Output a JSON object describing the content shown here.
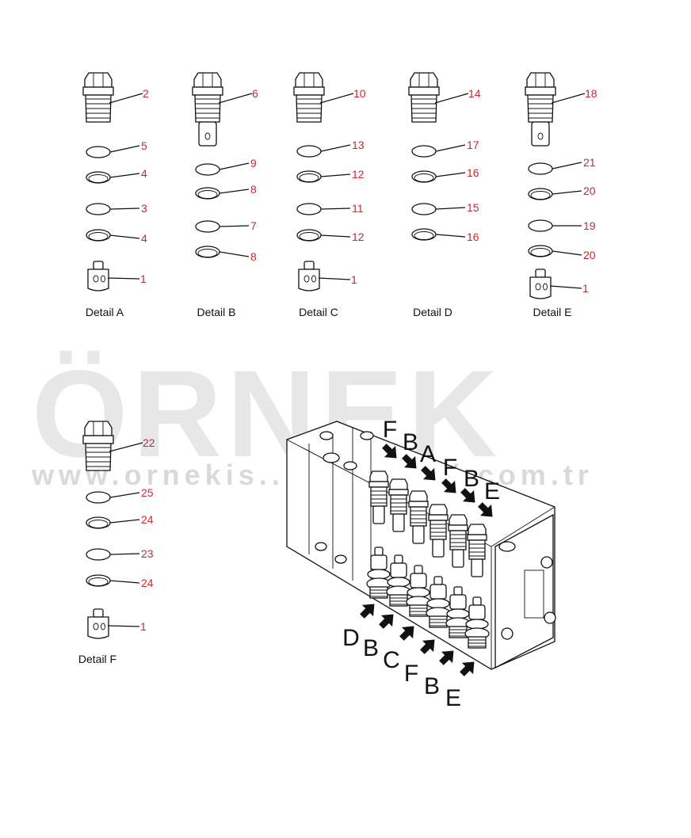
{
  "watermark": {
    "brand": "ÖRNEK",
    "url": "www.ornekis..............ri.com.tr"
  },
  "details": [
    {
      "caption": "Detail A",
      "plug_label": "2",
      "rings": [
        "5",
        "4",
        "3",
        "4"
      ],
      "insert_label": "1"
    },
    {
      "caption": "Detail B",
      "plug_label": "6",
      "rings": [
        "9",
        "8",
        "7",
        "8"
      ],
      "insert_label": ""
    },
    {
      "caption": "Detail C",
      "plug_label": "10",
      "rings": [
        "13",
        "12",
        "11",
        "12"
      ],
      "insert_label": "1"
    },
    {
      "caption": "Detail D",
      "plug_label": "14",
      "rings": [
        "17",
        "16",
        "15",
        "16"
      ],
      "insert_label": ""
    },
    {
      "caption": "Detail E",
      "plug_label": "18",
      "rings": [
        "21",
        "20",
        "19",
        "20"
      ],
      "insert_label": "1"
    },
    {
      "caption": "Detail F",
      "plug_label": "22",
      "rings": [
        "25",
        "24",
        "23",
        "24"
      ],
      "insert_label": "1"
    }
  ],
  "top_arrows": [
    "F",
    "B",
    "A",
    "F",
    "B",
    "E"
  ],
  "bottom_arrows": [
    "D",
    "B",
    "C",
    "F",
    "B",
    "E"
  ],
  "colors": {
    "callout": "#c8282d",
    "line": "#111111"
  }
}
